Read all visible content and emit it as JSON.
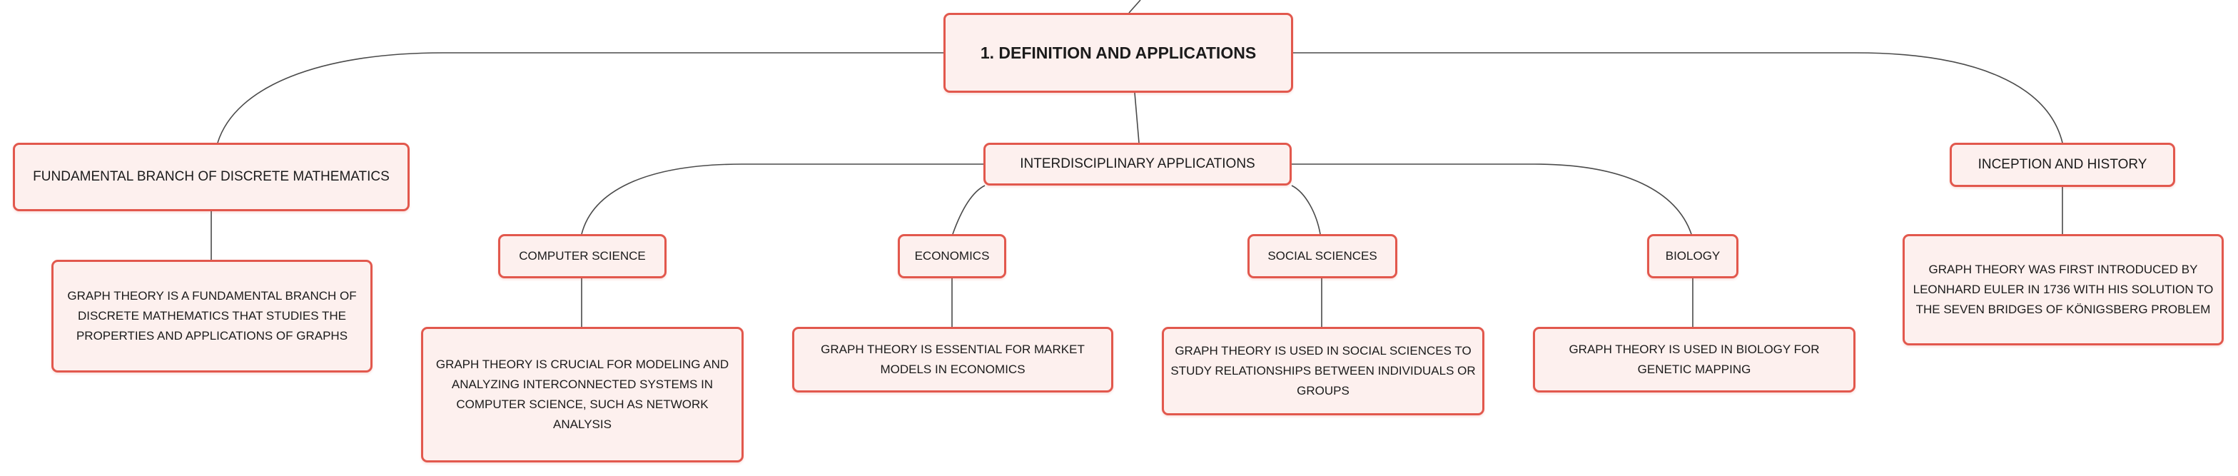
{
  "root": {
    "label": "1. DEFINITION AND APPLICATIONS"
  },
  "branches": {
    "fundamental": {
      "label": "FUNDAMENTAL BRANCH OF DISCRETE MATHEMATICS",
      "detail": "GRAPH THEORY IS A FUNDAMENTAL BRANCH OF DISCRETE MATHEMATICS THAT STUDIES THE PROPERTIES AND APPLICATIONS OF GRAPHS"
    },
    "interdisciplinary": {
      "label": "INTERDISCIPLINARY APPLICATIONS",
      "children": {
        "computer_science": {
          "label": "COMPUTER SCIENCE",
          "detail": "GRAPH THEORY IS CRUCIAL FOR MODELING AND ANALYZING INTERCONNECTED SYSTEMS IN COMPUTER SCIENCE, SUCH AS NETWORK ANALYSIS"
        },
        "economics": {
          "label": "ECONOMICS",
          "detail": "GRAPH THEORY IS ESSENTIAL FOR MARKET MODELS IN ECONOMICS"
        },
        "social_sciences": {
          "label": "SOCIAL SCIENCES",
          "detail": "GRAPH THEORY IS USED IN SOCIAL SCIENCES TO STUDY RELATIONSHIPS BETWEEN INDIVIDUALS OR GROUPS"
        },
        "biology": {
          "label": "BIOLOGY",
          "detail": "GRAPH THEORY IS USED IN BIOLOGY FOR GENETIC MAPPING"
        }
      }
    },
    "inception": {
      "label": "INCEPTION AND HISTORY",
      "detail": "GRAPH THEORY WAS FIRST INTRODUCED BY LEONHARD EULER IN 1736 WITH HIS SOLUTION TO THE SEVEN BRIDGES OF KÖNIGSBERG PROBLEM"
    }
  },
  "colors": {
    "node_border": "#e2584d",
    "node_fill": "#fdf0ee",
    "connector": "#4a4a4a"
  }
}
